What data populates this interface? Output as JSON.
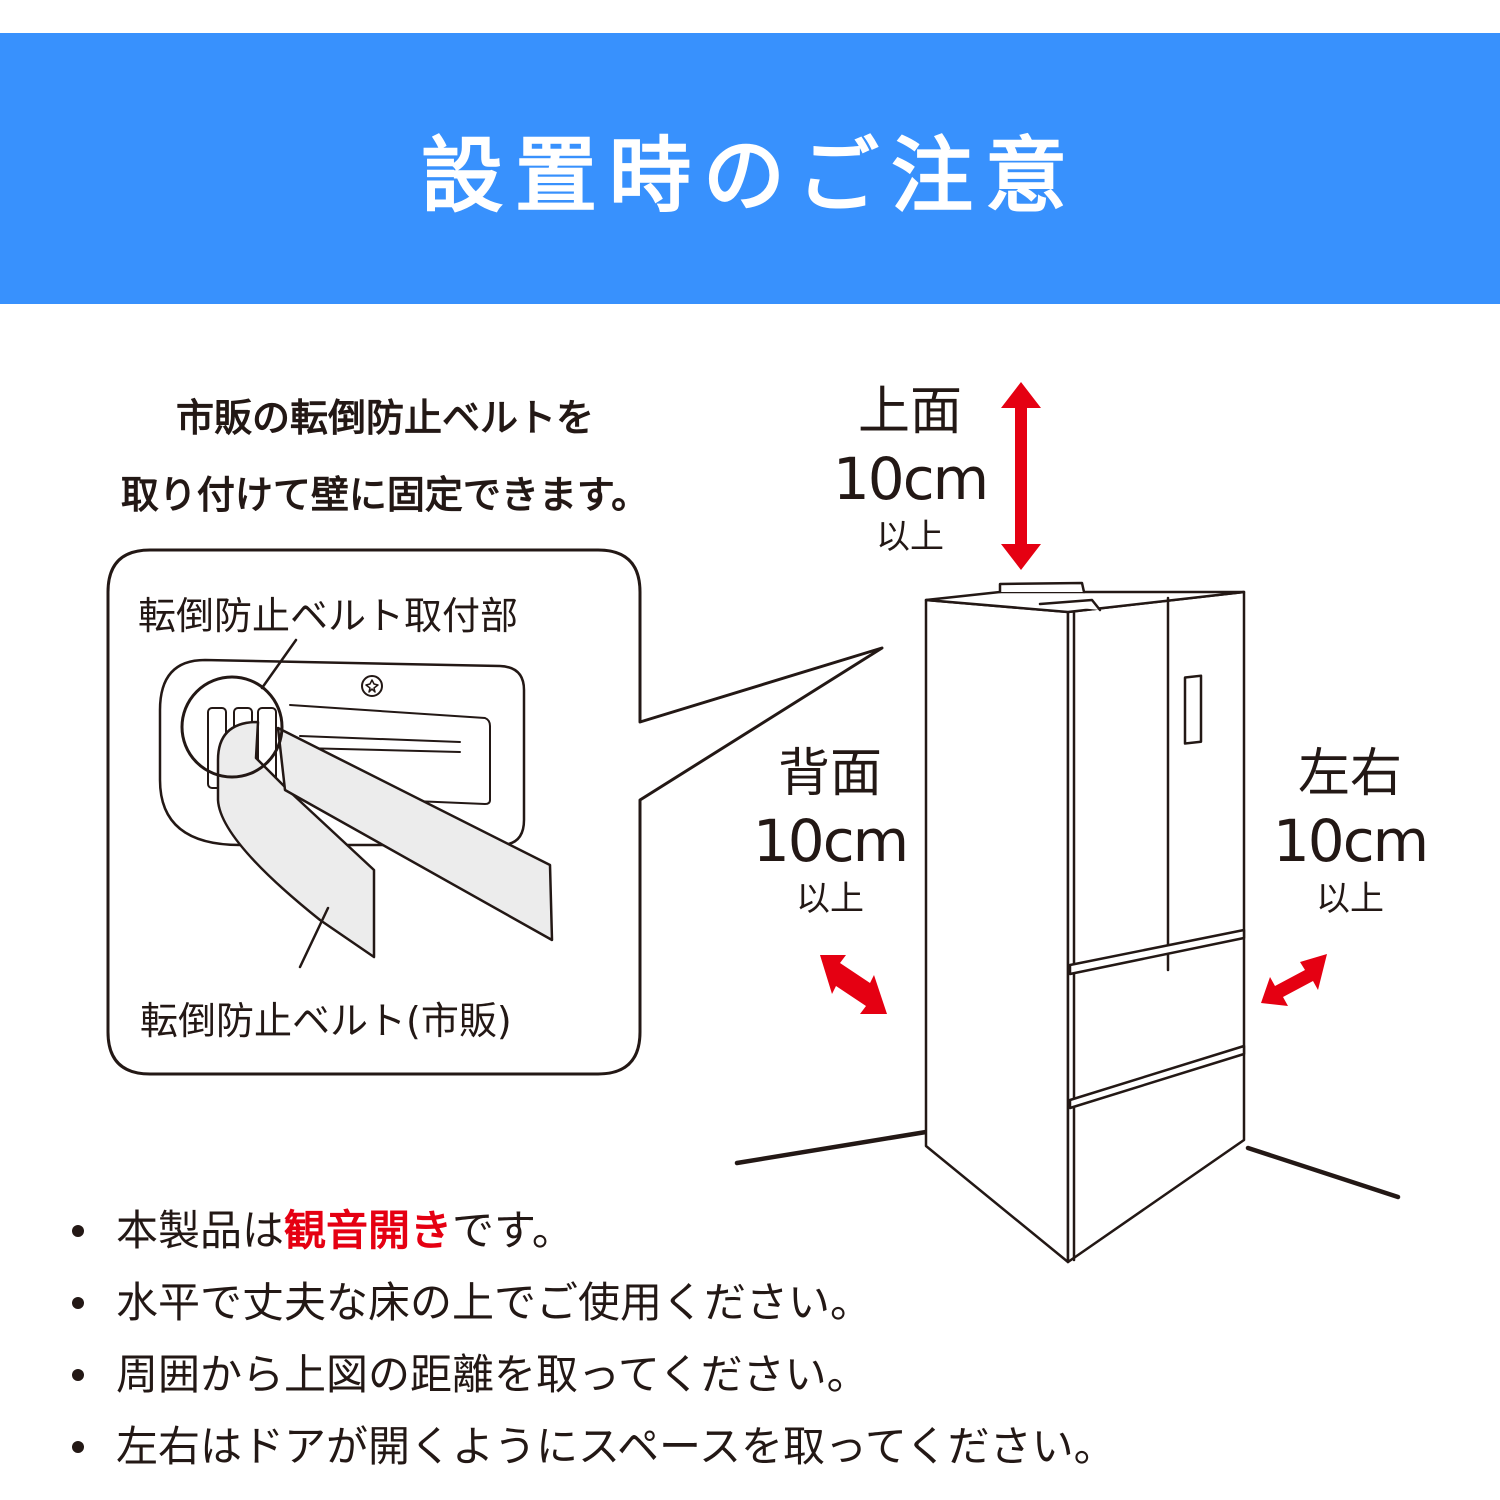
{
  "header": {
    "title": "設置時のご注意",
    "background_color": "#3891fd"
  },
  "intro": {
    "line1": "市販の転倒防止ベルトを",
    "line2": "取り付けて壁に固定できます。"
  },
  "callout": {
    "top_label": "転倒防止ベルト取付部",
    "bottom_label": "転倒防止ベルト(市販)"
  },
  "clearances": {
    "top": {
      "title": "上面",
      "value": "10cm",
      "suffix": "以上",
      "arrow": "vertical-double-arrow"
    },
    "back": {
      "title": "背面",
      "value": "10cm",
      "suffix": "以上",
      "arrow": "diagonal-double-arrow"
    },
    "side": {
      "title": "左右",
      "value": "10cm",
      "suffix": "以上",
      "arrow": "diagonal-double-arrow"
    },
    "arrow_color": "#e50012"
  },
  "notes": [
    {
      "before": "本製品は",
      "highlight": "観音開き",
      "after": "です。"
    },
    {
      "text": "水平で丈夫な床の上でご使用ください。"
    },
    {
      "text": "周囲から上図の距離を取ってください。"
    },
    {
      "text": "左右はドアが開くようにスペースを取ってください。"
    }
  ],
  "colors": {
    "text": "#231815",
    "highlight": "#e50012",
    "belt_fill": "#ececec"
  }
}
